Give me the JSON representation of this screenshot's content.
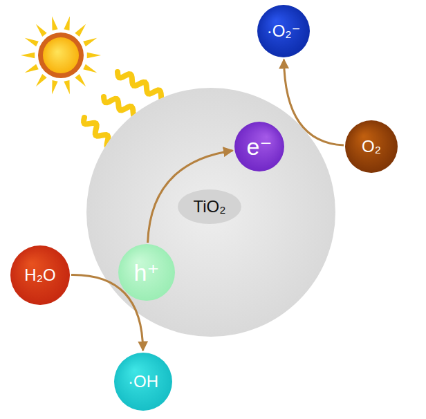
{
  "diagram": {
    "nodes": [
      {
        "text": [
          "·O₂⁻"
        ]
      },
      {
        "text": [
          "TiO₂"
        ]
      },
      {
        "text": [
          "e⁻"
        ],
        "in": 1
      },
      {
        "text": [
          "O₂"
        ]
      },
      {
        "text": [
          "h⁺"
        ],
        "in": 1
      },
      {
        "text": [
          "H₂O"
        ]
      },
      {
        "text": [
          "·OH"
        ]
      }
    ],
    "edges": [
      {
        "from": 4,
        "to": 2,
        "arrow": "to"
      },
      {
        "from": 3,
        "to": 0,
        "arrow": "to"
      },
      {
        "from": 5,
        "to": 6,
        "arrow": "to"
      }
    ]
  }
}
